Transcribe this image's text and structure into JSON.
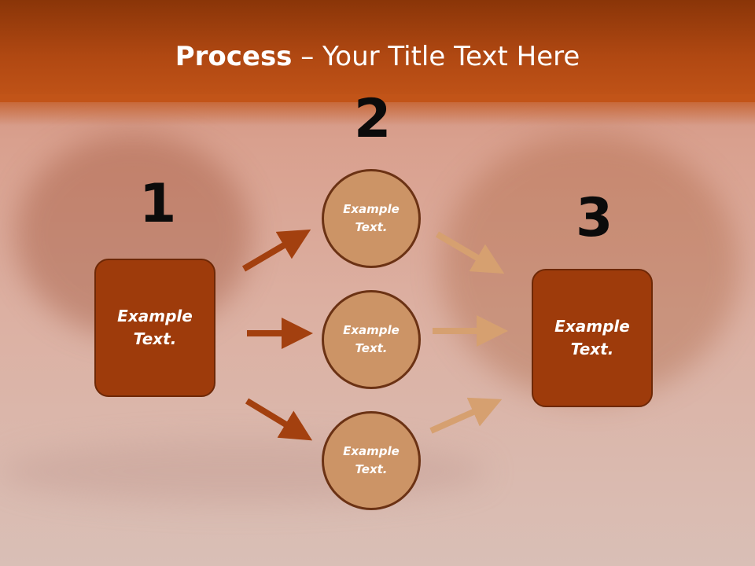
{
  "title": {
    "bold": "Process",
    "rest": " – Your Title Text Here"
  },
  "steps": [
    {
      "number": "1",
      "line1": "Example",
      "line2": "Text."
    },
    {
      "number": "2"
    },
    {
      "number": "3",
      "line1": "Example",
      "line2": "Text."
    }
  ],
  "circles": [
    {
      "line1": "Example",
      "line2": "Text."
    },
    {
      "line1": "Example",
      "line2": "Text."
    },
    {
      "line1": "Example",
      "line2": "Text."
    }
  ],
  "colors": {
    "header": "#b04812",
    "box": "#9e3b0b",
    "circle": "#cc9466",
    "arrow_dark": "#a3400f",
    "arrow_light": "#d6a070"
  }
}
